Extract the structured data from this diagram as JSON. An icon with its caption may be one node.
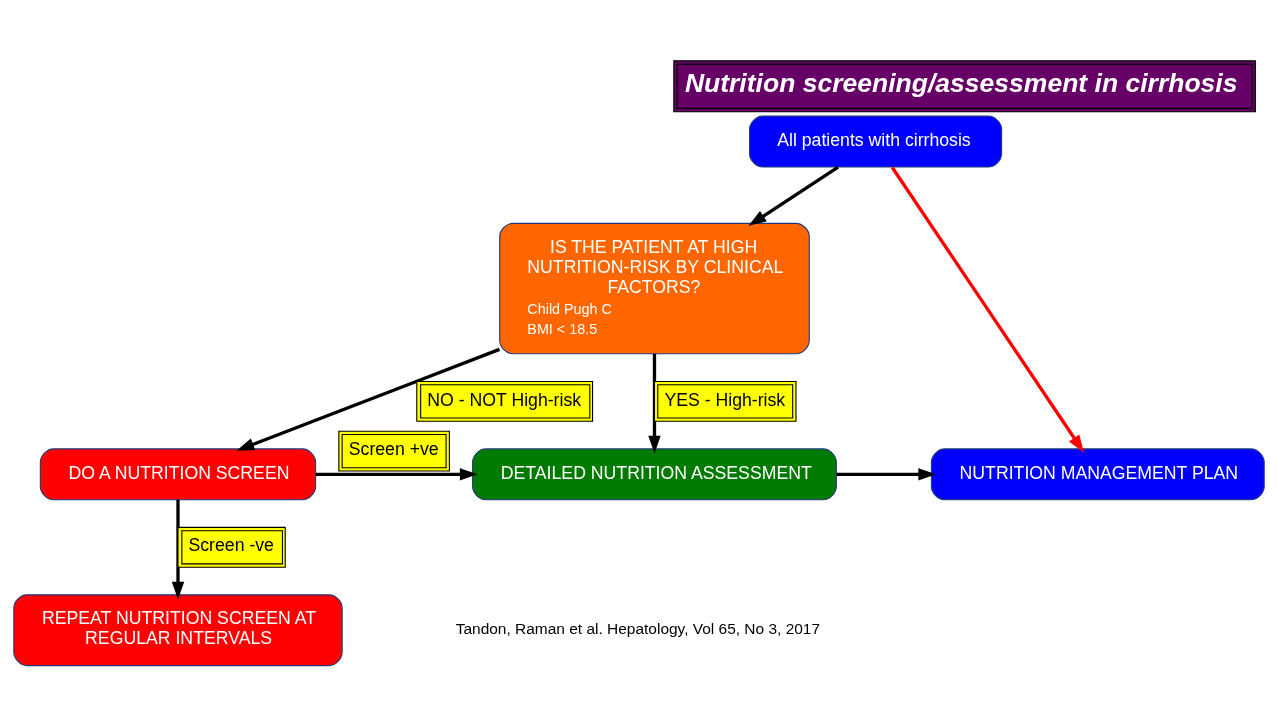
{
  "diagram": {
    "title": "Nutrition screening/assessment in cirrhosis",
    "nodes": [
      {
        "text": [
          "All patients with cirrhosis"
        ]
      },
      {
        "text": [
          "IS THE PATIENT AT HIGH NUTRITION-RISK BY CLINICAL FACTORS?",
          "Child Pugh C",
          "BMI < 18.5"
        ]
      },
      {
        "text": [
          "DO A NUTRITION SCREEN"
        ]
      },
      {
        "text": [
          "DETAILED NUTRITION ASSESSMENT"
        ]
      },
      {
        "text": [
          "NUTRITION MANAGEMENT PLAN"
        ]
      },
      {
        "text": [
          "REPEAT NUTRITION SCREEN AT REGULAR INTERVALS"
        ]
      }
    ],
    "edges": [
      {
        "from": 0,
        "to": 1,
        "arrow": "to"
      },
      {
        "from": 0,
        "to": 4,
        "arrow": "to",
        "color": "#ff0000"
      },
      {
        "from": 1,
        "to": 3,
        "arrow": "to",
        "label": "YES - High-risk"
      },
      {
        "from": 1,
        "to": 2,
        "arrow": "to",
        "label": "NO - NOT High-risk"
      },
      {
        "from": 2,
        "to": 3,
        "arrow": "to",
        "label": "Screen +ve"
      },
      {
        "from": 3,
        "to": 4,
        "arrow": "to"
      },
      {
        "from": 2,
        "to": 5,
        "arrow": "to",
        "label": "Screen -ve"
      }
    ],
    "labels": [
      "Tandon, Raman et al. Hepatology, Vol 65, No 3, 2017"
    ]
  }
}
